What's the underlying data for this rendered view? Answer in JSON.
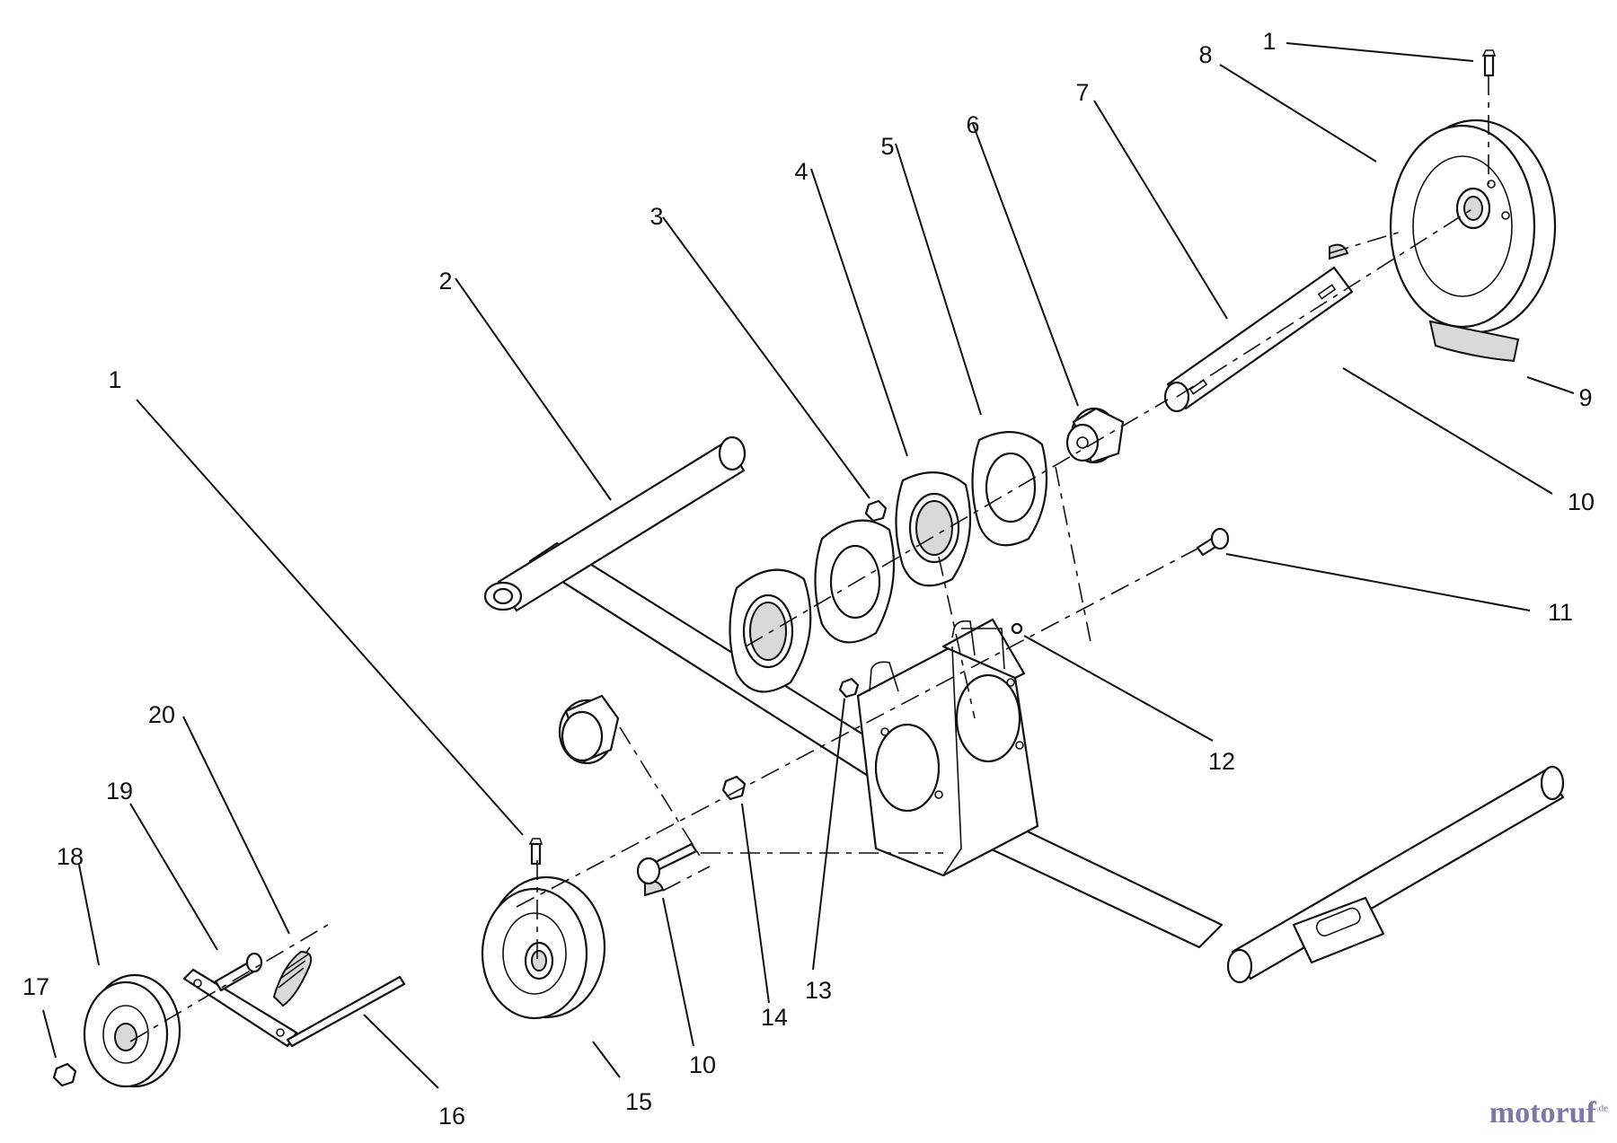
{
  "callouts": [
    {
      "id": "c1a",
      "text": "1"
    },
    {
      "id": "c1b",
      "text": "1"
    },
    {
      "id": "c2",
      "text": "2"
    },
    {
      "id": "c3",
      "text": "3"
    },
    {
      "id": "c4",
      "text": "4"
    },
    {
      "id": "c5",
      "text": "5"
    },
    {
      "id": "c6",
      "text": "6"
    },
    {
      "id": "c7",
      "text": "7"
    },
    {
      "id": "c8",
      "text": "8"
    },
    {
      "id": "c9",
      "text": "9"
    },
    {
      "id": "c10a",
      "text": "10"
    },
    {
      "id": "c10b",
      "text": "10"
    },
    {
      "id": "c11",
      "text": "11"
    },
    {
      "id": "c12",
      "text": "12"
    },
    {
      "id": "c13",
      "text": "13"
    },
    {
      "id": "c14",
      "text": "14"
    },
    {
      "id": "c15",
      "text": "15"
    },
    {
      "id": "c16",
      "text": "16"
    },
    {
      "id": "c17",
      "text": "17"
    },
    {
      "id": "c18",
      "text": "18"
    },
    {
      "id": "c19",
      "text": "19"
    },
    {
      "id": "c20",
      "text": "20"
    }
  ],
  "watermark": {
    "main": "motoruf",
    "suffix": ".de",
    "color_primary": "#7a7aa8",
    "color_secondary": "#9a9a9a"
  }
}
